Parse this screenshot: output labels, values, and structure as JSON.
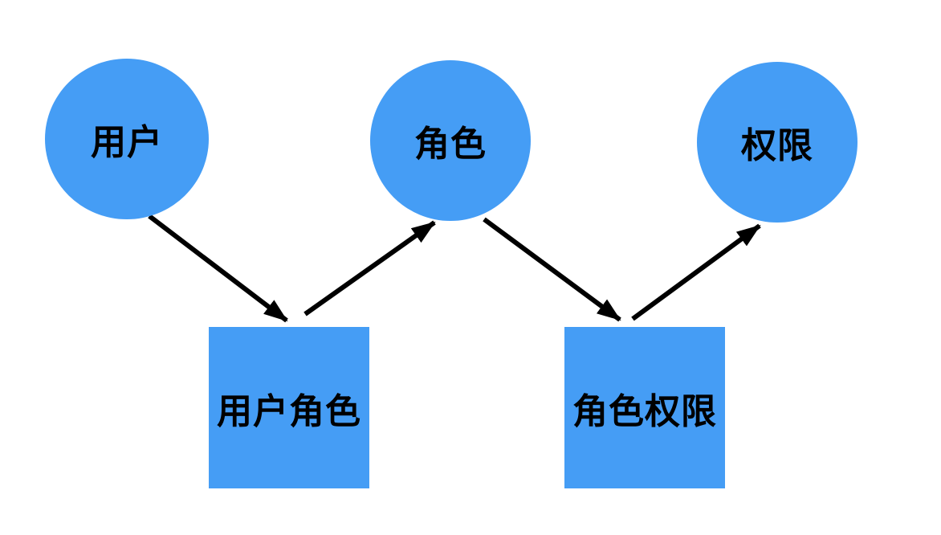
{
  "diagram": {
    "background_color": "#ffffff",
    "node_fill_color": "#459DF5",
    "text_color": "#000000",
    "arrow_color": "#000000",
    "nodes": [
      {
        "id": "user",
        "label": "用户",
        "shape": "circle"
      },
      {
        "id": "role",
        "label": "角色",
        "shape": "circle"
      },
      {
        "id": "permission",
        "label": "权限",
        "shape": "circle"
      },
      {
        "id": "user-role",
        "label": "用户角色",
        "shape": "square"
      },
      {
        "id": "role-permission",
        "label": "角色权限",
        "shape": "square"
      }
    ],
    "edges": [
      {
        "from": "用户",
        "to": "用户角色",
        "direction": "down-right"
      },
      {
        "from": "用户角色",
        "to": "角色",
        "direction": "up-right"
      },
      {
        "from": "角色",
        "to": "角色权限",
        "direction": "down-right"
      },
      {
        "from": "角色权限",
        "to": "权限",
        "direction": "up-right"
      }
    ]
  }
}
